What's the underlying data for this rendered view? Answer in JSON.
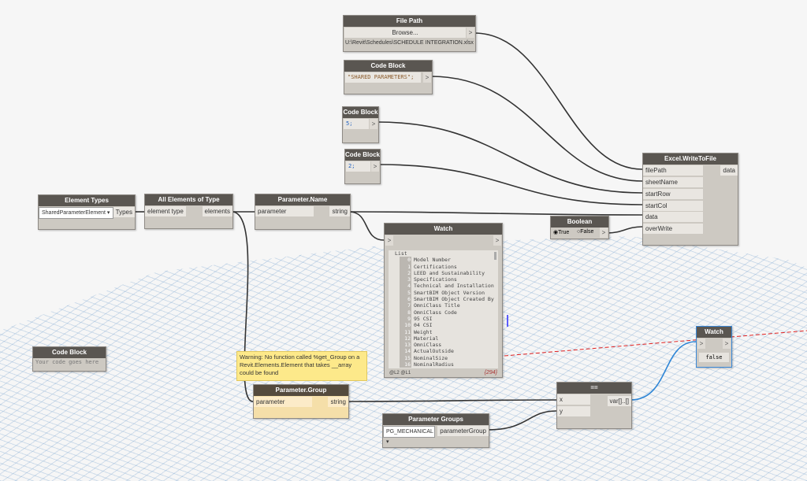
{
  "file_path": {
    "title": "File Path",
    "browse": "Browse...",
    "path": "U:\\Revit\\Schedules\\SCHEDULE INTEGRATION.xlsx"
  },
  "code_block_sheet": {
    "title": "Code Block",
    "code": "\"SHARED PARAMETERS\";"
  },
  "code_block_row": {
    "title": "Code Block",
    "code": "5;"
  },
  "code_block_col": {
    "title": "Code Block",
    "code": "2;"
  },
  "code_block_empty": {
    "title": "Code Block",
    "placeholder": "Your code goes here"
  },
  "excel": {
    "title": "Excel.WriteToFile",
    "inputs": [
      "filePath",
      "sheetName",
      "startRow",
      "startCol",
      "data",
      "overWrite"
    ],
    "output": "data"
  },
  "element_types": {
    "title": "Element Types",
    "selected": "SharedParameterElement",
    "output": "Types"
  },
  "all_elements": {
    "title": "All Elements of Type",
    "input": "element type",
    "output": "elements"
  },
  "param_name": {
    "title": "Parameter.Name",
    "input": "parameter",
    "output": "string"
  },
  "boolean": {
    "title": "Boolean",
    "true_label": "True",
    "false_label": "False",
    "value": true
  },
  "watch": {
    "title": "Watch",
    "list_label": "List",
    "items": [
      "Model Number",
      "Certifications",
      "LEED and Sustainability",
      "Specifications",
      "Technical and Installation",
      "SmartBIM Object Version",
      "SmartBIM Object Created By",
      "OmniClass Title",
      "OmniClass Code",
      "95 CSI",
      "04 CSI",
      "Weight",
      "Material",
      "OmniClass",
      "ActualOutside",
      "NominalSize",
      "NominalRadius"
    ],
    "levels": "@L2 @L1",
    "count": "{294}"
  },
  "warning": "Warning: No function called %get_Group on a Revit.Elements.Element that takes __array could be found",
  "param_group": {
    "title": "Parameter.Group",
    "input": "parameter",
    "output": "string"
  },
  "param_groups": {
    "title": "Parameter Groups",
    "selected": "PG_MECHANICAL",
    "output": "parameterGroup"
  },
  "equals": {
    "title": "==",
    "inputs": [
      "x",
      "y"
    ],
    "output": "var[]..[]"
  },
  "watch2": {
    "title": "Watch",
    "value": "false"
  }
}
